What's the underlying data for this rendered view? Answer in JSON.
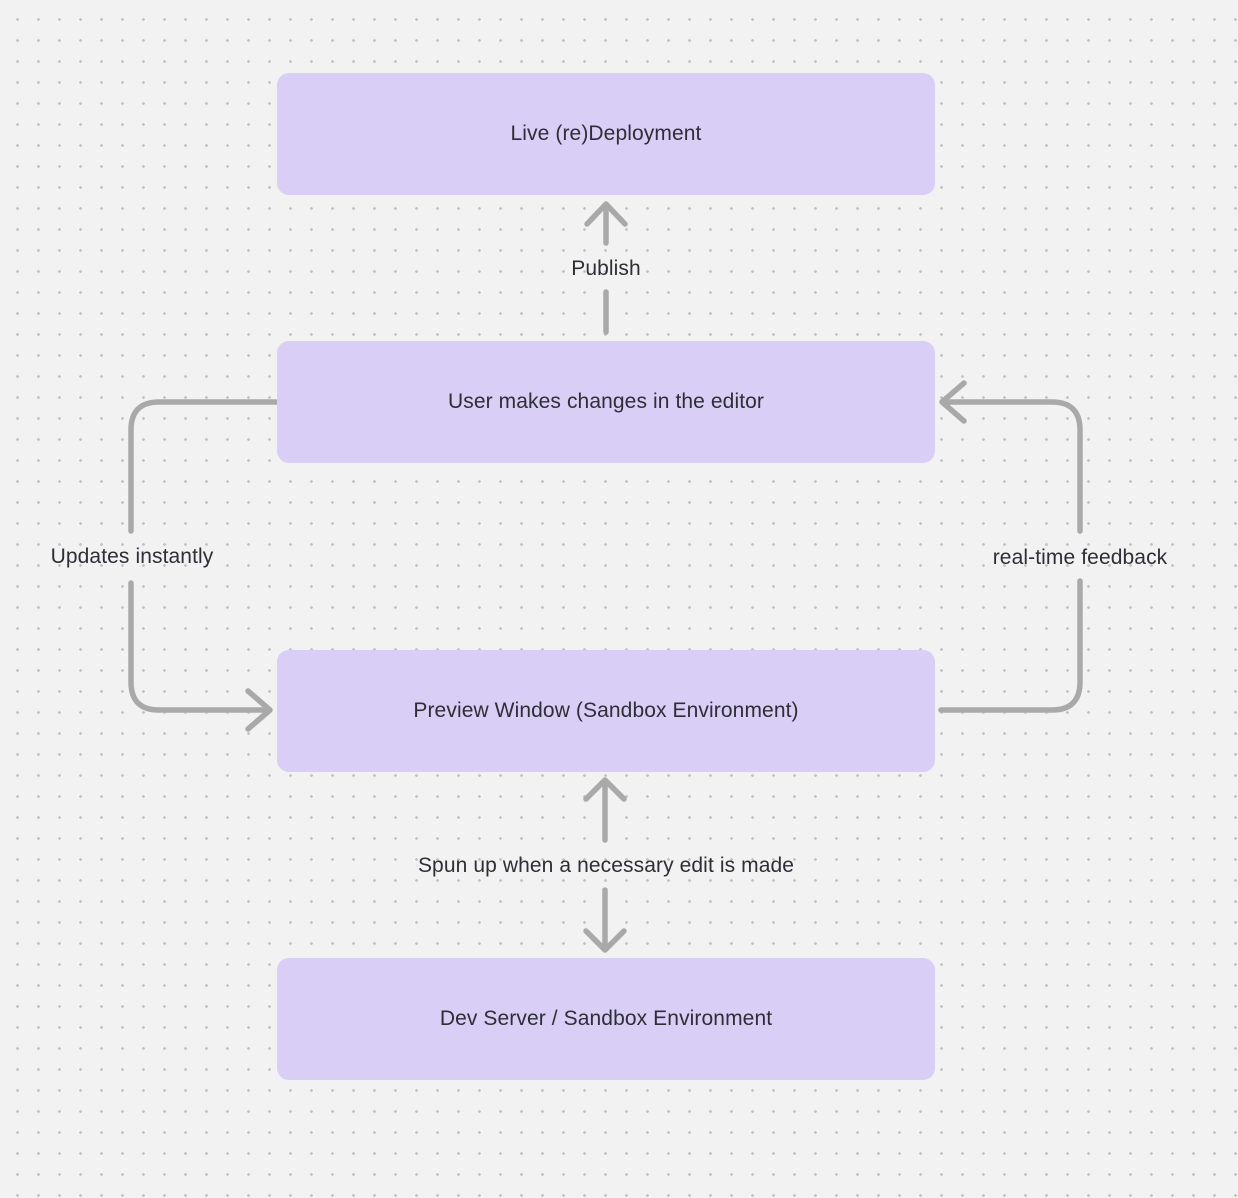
{
  "diagram": {
    "background_color": "#f2f2f2",
    "dot_color": "#c3c3c3",
    "node_fill_color": "#d9cef6",
    "arrow_color": "#a9a9a9",
    "text_color": "#2e2e36",
    "nodes": [
      {
        "id": "live-redeployment",
        "label": "Live (re)Deployment"
      },
      {
        "id": "user-editor",
        "label": "User makes changes in the editor"
      },
      {
        "id": "preview-window",
        "label": "Preview Window (Sandbox Environment)"
      },
      {
        "id": "dev-server",
        "label": "Dev Server / Sandbox Environment"
      }
    ],
    "edges": [
      {
        "id": "publish",
        "from": "user-editor",
        "to": "live-redeployment",
        "direction": "up",
        "label": "Publish"
      },
      {
        "id": "updates-instantly",
        "from": "user-editor",
        "to": "preview-window",
        "direction": "left-loop-down",
        "label": "Updates instantly"
      },
      {
        "id": "real-time-feedback",
        "from": "preview-window",
        "to": "user-editor",
        "direction": "right-loop-up",
        "label": "real-time feedback"
      },
      {
        "id": "spun-up",
        "from": "preview-window",
        "to": "dev-server",
        "direction": "bidirectional",
        "label": "Spun up when a necessary edit is made"
      }
    ]
  }
}
